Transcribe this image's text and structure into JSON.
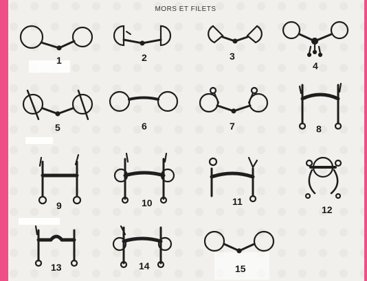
{
  "title": "MORS ET FILETS",
  "labels": [
    "1",
    "2",
    "3",
    "4",
    "5",
    "6",
    "7",
    "8",
    "9",
    "10",
    "11",
    "12",
    "13",
    "14",
    "15"
  ]
}
